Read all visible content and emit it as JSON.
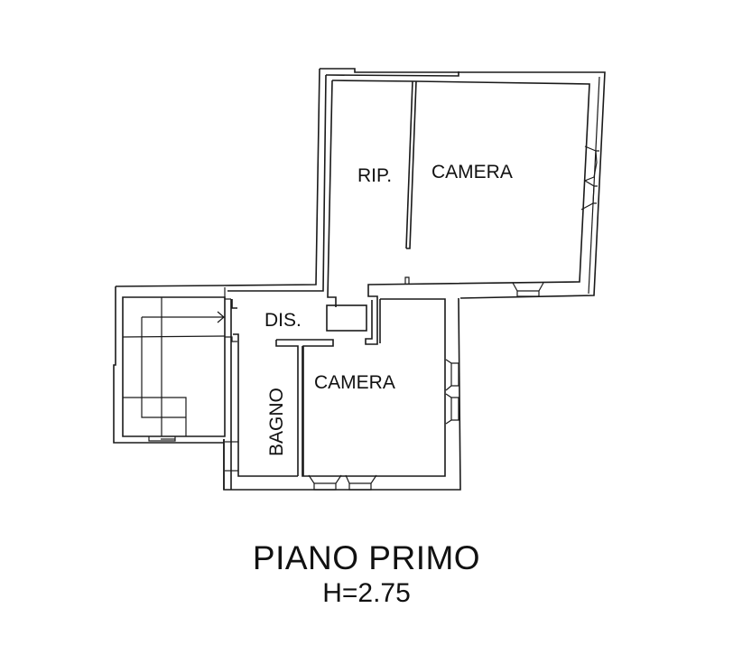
{
  "plan": {
    "title": "PIANO PRIMO",
    "height_label": "H=2.75",
    "rooms": [
      {
        "id": "rip",
        "label": "RIP.",
        "orientation": "horizontal"
      },
      {
        "id": "camera_upper",
        "label": "CAMERA",
        "orientation": "horizontal"
      },
      {
        "id": "dis",
        "label": "DIS.",
        "orientation": "horizontal"
      },
      {
        "id": "bagno",
        "label": "BAGNO",
        "orientation": "vertical"
      },
      {
        "id": "camera_lower",
        "label": "CAMERA",
        "orientation": "horizontal"
      }
    ],
    "features": [
      "staircase",
      "windows",
      "doors"
    ],
    "colors": {
      "lines": "#1a1a1a",
      "background": "#ffffff",
      "text": "#111111"
    }
  }
}
